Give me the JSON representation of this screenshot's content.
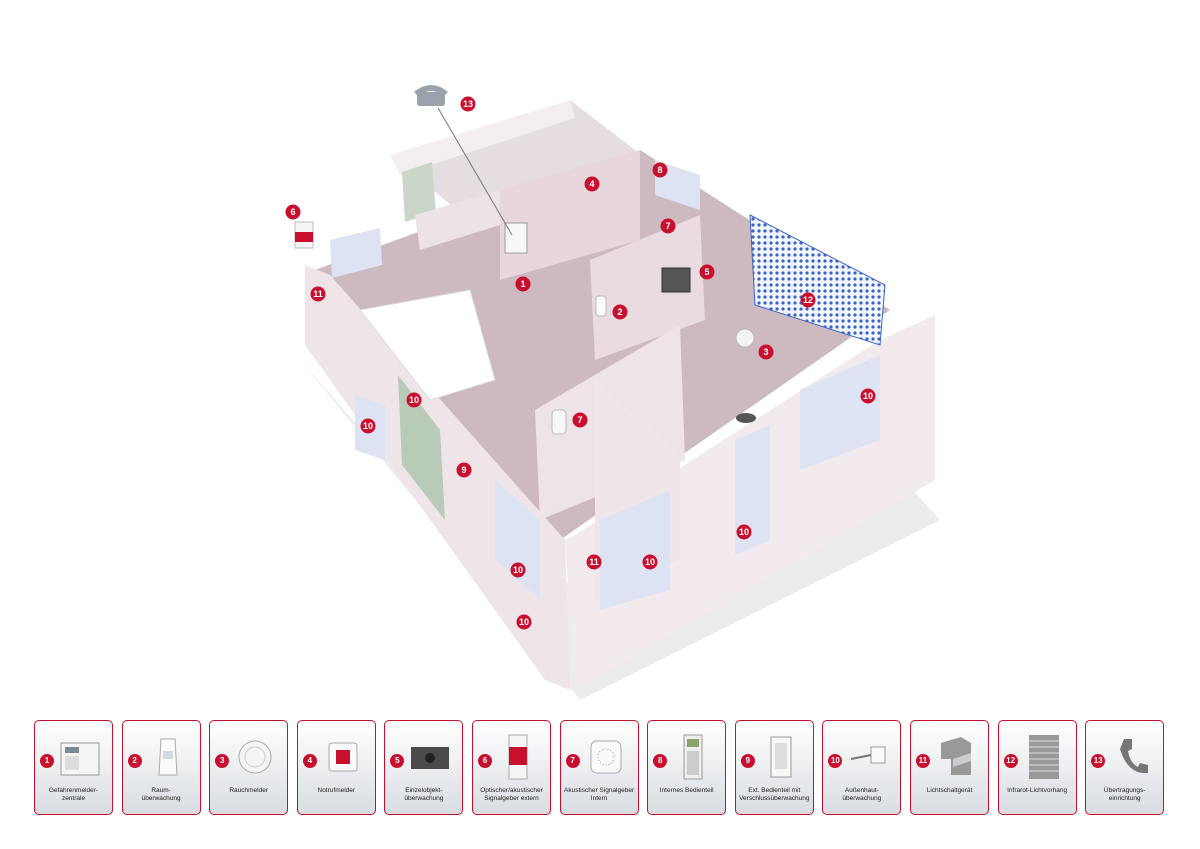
{
  "markers": [
    "13",
    "4",
    "8",
    "6",
    "7",
    "5",
    "1",
    "2",
    "11",
    "12",
    "3",
    "10",
    "7",
    "10",
    "10",
    "9",
    "10",
    "10",
    "11",
    "10",
    "10",
    "10"
  ],
  "legend": [
    {
      "num": "1",
      "icon": "control-panel-icon",
      "label": "Gefahrenmelder-\nzentrale"
    },
    {
      "num": "2",
      "icon": "motion-detector-icon",
      "label": "Raum-\nüberwachung"
    },
    {
      "num": "3",
      "icon": "smoke-detector-icon",
      "label": "Rauchmelder"
    },
    {
      "num": "4",
      "icon": "emergency-button-icon",
      "label": "Notrufmelder"
    },
    {
      "num": "5",
      "icon": "object-sensor-icon",
      "label": "Einzelobjekt-\nüberwachung"
    },
    {
      "num": "6",
      "icon": "external-siren-icon",
      "label": "Optischer/akustischer\nSignalgeber extern"
    },
    {
      "num": "7",
      "icon": "internal-siren-icon",
      "label": "Akustischer Signalgeber\nIntern"
    },
    {
      "num": "8",
      "icon": "keypad-icon",
      "label": "Internes Bedienteil"
    },
    {
      "num": "9",
      "icon": "external-keypad-icon",
      "label": "Ext. Bedienteil mit\nVerschlussüberwachung"
    },
    {
      "num": "10",
      "icon": "magnetic-contact-icon",
      "label": "Außenhaut-\nüberwachung"
    },
    {
      "num": "11",
      "icon": "light-barrier-icon",
      "label": "Lichtschaltgerät"
    },
    {
      "num": "12",
      "icon": "infrared-curtain-icon",
      "label": "Infrarot-Lichtvorhang"
    },
    {
      "num": "13",
      "icon": "telephone-icon",
      "label": "Übertragungs-\neinrichtung"
    }
  ],
  "colors": {
    "accent": "#c8102e",
    "floor": "#cdb9c0",
    "wall": "#efe4e8",
    "window": "#dde3f3",
    "curtain": "#3a63c9"
  }
}
